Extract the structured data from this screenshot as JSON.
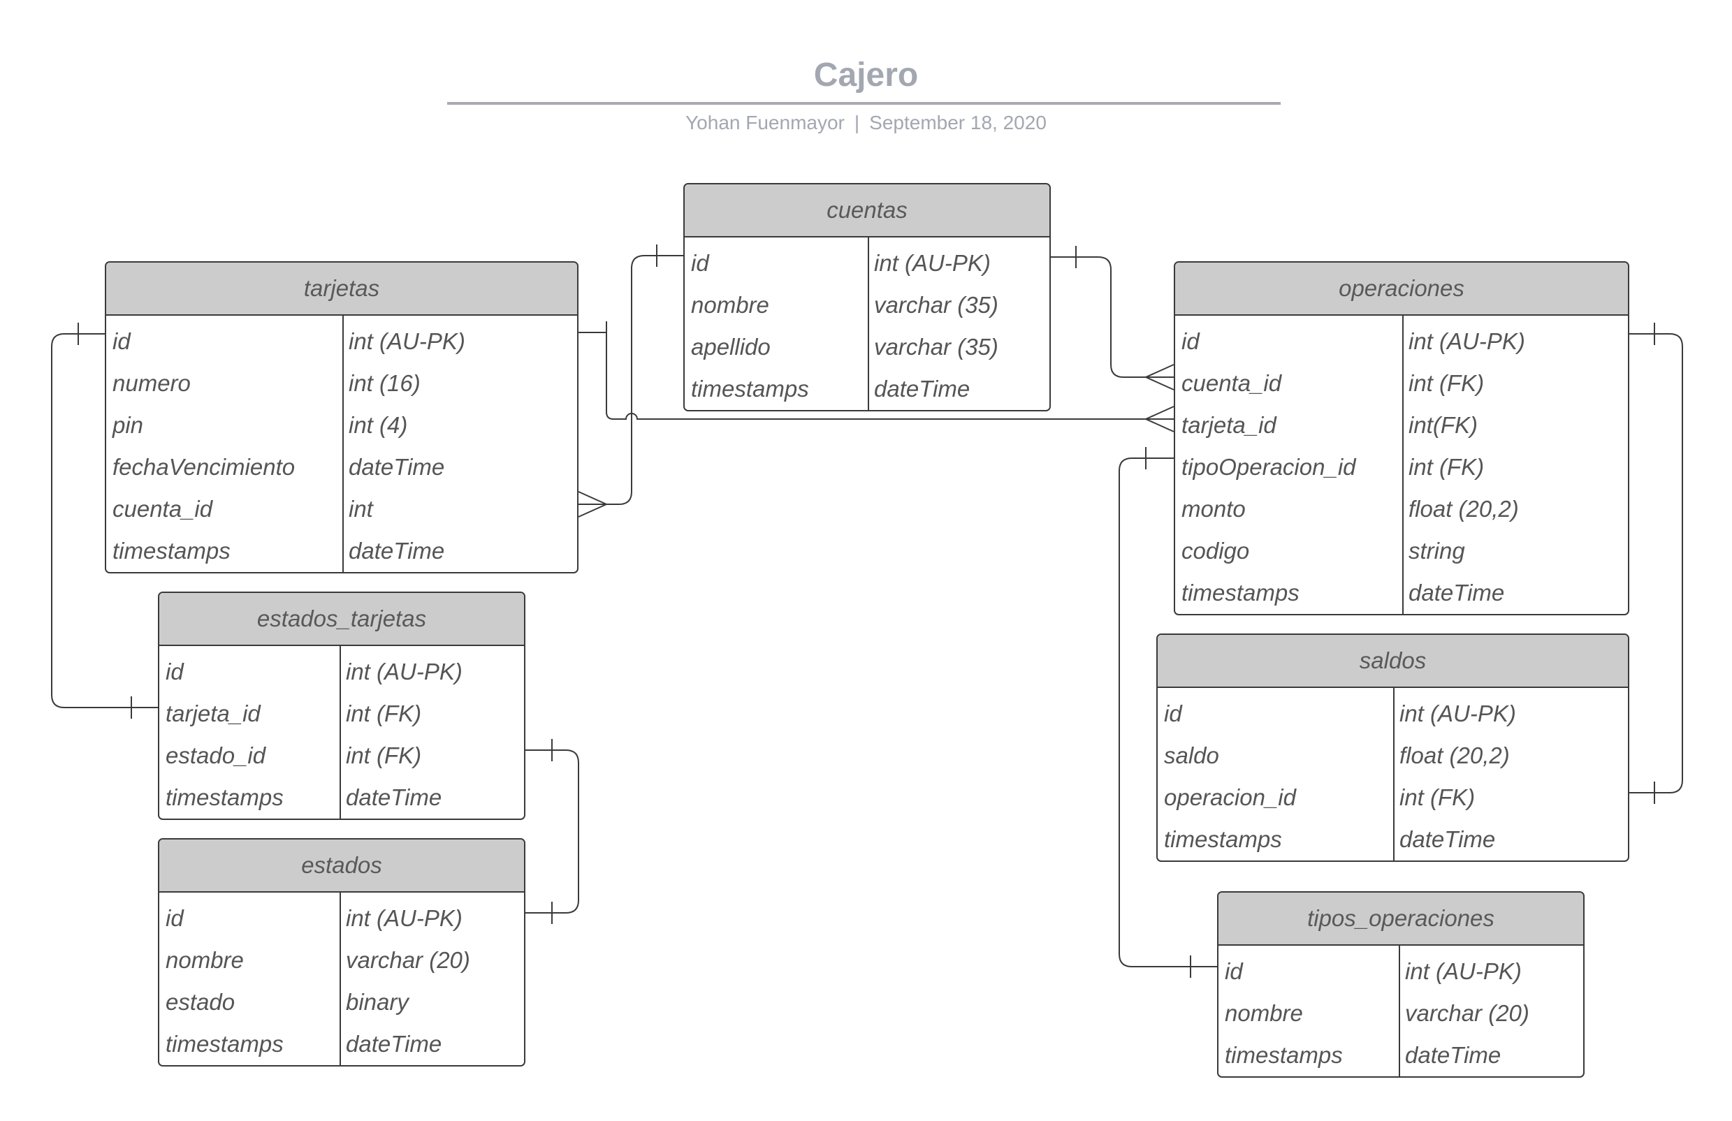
{
  "diagram": {
    "title": "Cajero",
    "author": "Yohan Fuenmayor",
    "separator": "|",
    "date": "September 18, 2020"
  },
  "colors": {
    "header_fill": "#cccccc",
    "border": "#3a3a3a",
    "text": "#555555",
    "title": "#a3a7b1"
  },
  "entities": [
    {
      "key": "cuentas",
      "name": "cuentas",
      "columns": [
        {
          "name": "id",
          "type": "int (AU-PK)"
        },
        {
          "name": "nombre",
          "type": "varchar (35)"
        },
        {
          "name": "apellido",
          "type": "varchar (35)"
        },
        {
          "name": "timestamps",
          "type": "dateTime"
        }
      ]
    },
    {
      "key": "tarjetas",
      "name": "tarjetas",
      "columns": [
        {
          "name": "id",
          "type": "int (AU-PK)"
        },
        {
          "name": "numero",
          "type": "int (16)"
        },
        {
          "name": "pin",
          "type": "int (4)"
        },
        {
          "name": "fechaVencimiento",
          "type": "dateTime"
        },
        {
          "name": "cuenta_id",
          "type": "int"
        },
        {
          "name": "timestamps",
          "type": "dateTime"
        }
      ]
    },
    {
      "key": "operaciones",
      "name": "operaciones",
      "columns": [
        {
          "name": "id",
          "type": "int (AU-PK)"
        },
        {
          "name": "cuenta_id",
          "type": "int (FK)"
        },
        {
          "name": "tarjeta_id",
          "type": "int(FK)"
        },
        {
          "name": "tipoOperacion_id",
          "type": "int (FK)"
        },
        {
          "name": "monto",
          "type": "float (20,2)"
        },
        {
          "name": "codigo",
          "type": "string"
        },
        {
          "name": "timestamps",
          "type": "dateTime"
        }
      ]
    },
    {
      "key": "estados_tarjetas",
      "name": "estados_tarjetas",
      "columns": [
        {
          "name": "id",
          "type": "int (AU-PK)"
        },
        {
          "name": "tarjeta_id",
          "type": "int (FK)"
        },
        {
          "name": "estado_id",
          "type": "int (FK)"
        },
        {
          "name": "timestamps",
          "type": "dateTime"
        }
      ]
    },
    {
      "key": "estados",
      "name": "estados",
      "columns": [
        {
          "name": "id",
          "type": "int (AU-PK)"
        },
        {
          "name": "nombre",
          "type": "varchar (20)"
        },
        {
          "name": "estado",
          "type": "binary"
        },
        {
          "name": "timestamps",
          "type": "dateTime"
        }
      ]
    },
    {
      "key": "saldos",
      "name": "saldos",
      "columns": [
        {
          "name": "id",
          "type": "int (AU-PK)"
        },
        {
          "name": "saldo",
          "type": "float (20,2)"
        },
        {
          "name": "operacion_id",
          "type": "int (FK)"
        },
        {
          "name": "timestamps",
          "type": "dateTime"
        }
      ]
    },
    {
      "key": "tipos_operaciones",
      "name": "tipos_operaciones",
      "columns": [
        {
          "name": "id",
          "type": "int (AU-PK)"
        },
        {
          "name": "nombre",
          "type": "varchar (20)"
        },
        {
          "name": "timestamps",
          "type": "dateTime"
        }
      ]
    }
  ],
  "relationships": [
    {
      "from": "cuentas.id",
      "to": "tarjetas.cuenta_id",
      "cardinality": "one-to-many"
    },
    {
      "from": "cuentas.id",
      "to": "operaciones.cuenta_id",
      "cardinality": "one-to-many"
    },
    {
      "from": "tarjetas.id",
      "to": "operaciones.tarjeta_id",
      "cardinality": "one-to-many"
    },
    {
      "from": "tarjetas.id",
      "to": "estados_tarjetas.tarjeta_id",
      "cardinality": "one-to-one"
    },
    {
      "from": "estados.id",
      "to": "estados_tarjetas.estado_id",
      "cardinality": "one-to-one"
    },
    {
      "from": "operaciones.id",
      "to": "saldos.operacion_id",
      "cardinality": "one-to-one"
    },
    {
      "from": "tipos_operaciones.id",
      "to": "operaciones.tipoOperacion_id",
      "cardinality": "one-to-one"
    }
  ]
}
